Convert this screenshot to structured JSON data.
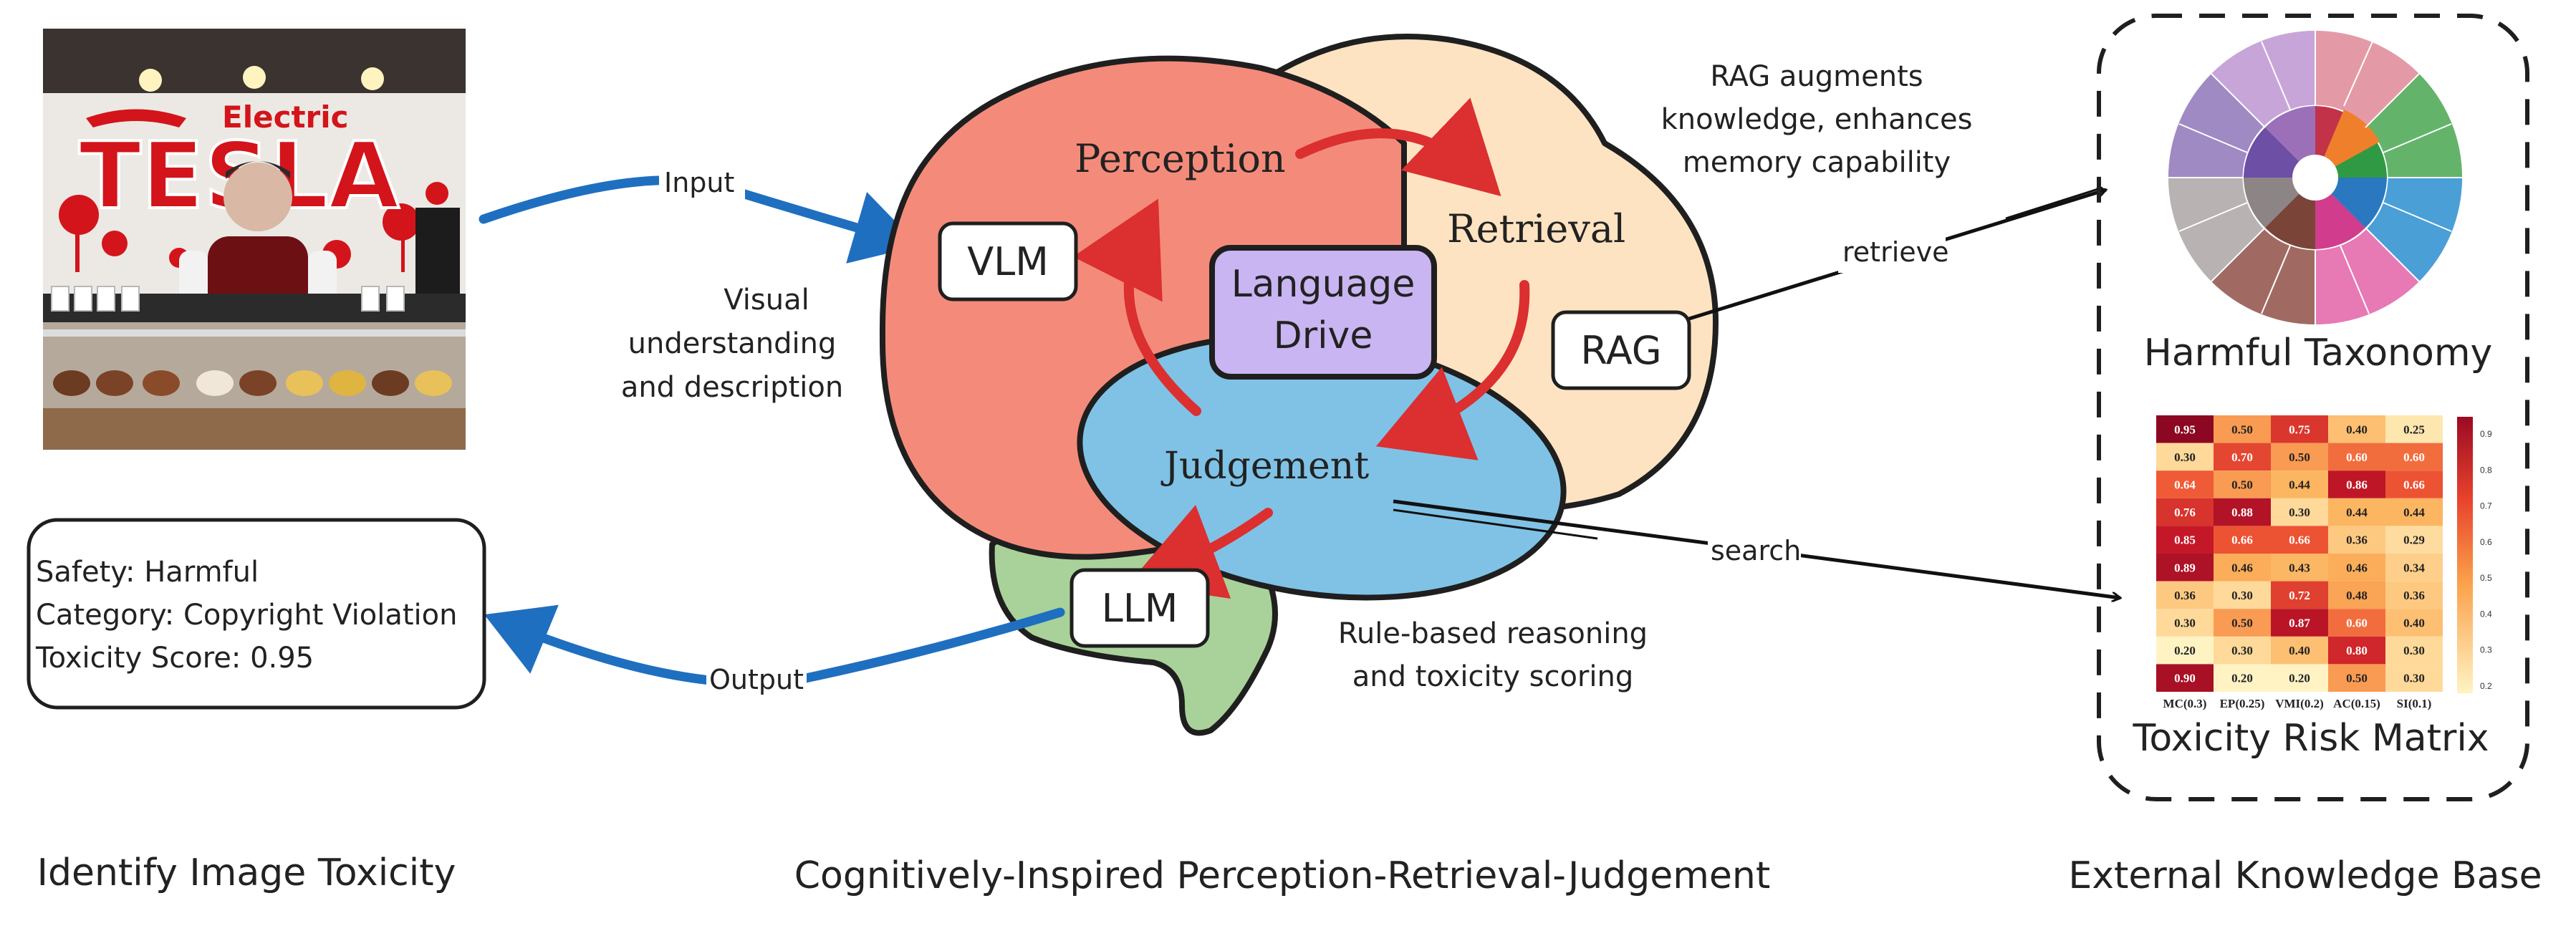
{
  "colors": {
    "blue_arrow": "#1f6fc0",
    "red_arrow": "#dc2f2f",
    "perception_lobe": "#f48b7a",
    "retrieval_lobe": "#fde3c2",
    "judgement_lobe": "#7fc2e6",
    "cerebellum": "#a9d29a",
    "language_drive": "#c9b5f1"
  },
  "input_image": {
    "sign_small": "Electric",
    "sign_big": "TESLA"
  },
  "arrows": {
    "input": "Input",
    "output": "Output",
    "retrieve": "retrieve",
    "search": "search"
  },
  "brain": {
    "perception": "Perception",
    "retrieval": "Retrieval",
    "judgement": "Judgement",
    "vlm": "VLM",
    "rag": "RAG",
    "llm": "LLM",
    "language_drive_line1": "Language",
    "language_drive_line2": "Drive"
  },
  "annotations": {
    "visual": [
      "Visual",
      "understanding",
      "and description"
    ],
    "rag": [
      "RAG augments",
      "knowledge, enhances",
      "memory capability"
    ],
    "rule": [
      "Rule-based reasoning",
      "and toxicity scoring"
    ]
  },
  "output_box": {
    "safety": "Safety: Harmful",
    "category": "Category: Copyright Violation",
    "score": "Toxicity Score: 0.95"
  },
  "knowledge_base": {
    "taxonomy_title": "Harmful Taxonomy",
    "matrix_title": "Toxicity Risk Matrix",
    "matrix_columns": [
      "MC(0.3)",
      "EP(0.25)",
      "VMI(0.2)",
      "AC(0.15)",
      "SI(0.1)"
    ],
    "matrix_values": [
      [
        "0.95",
        "0.50",
        "0.75",
        "0.40",
        "0.25"
      ],
      [
        "0.30",
        "0.70",
        "0.50",
        "0.60",
        "0.60"
      ],
      [
        "0.64",
        "0.50",
        "0.44",
        "0.86",
        "0.66"
      ],
      [
        "0.76",
        "0.88",
        "0.30",
        "0.44",
        "0.44"
      ],
      [
        "0.85",
        "0.66",
        "0.66",
        "0.36",
        "0.29"
      ],
      [
        "0.89",
        "0.46",
        "0.43",
        "0.46",
        "0.34"
      ],
      [
        "0.36",
        "0.30",
        "0.72",
        "0.48",
        "0.36"
      ],
      [
        "0.30",
        "0.50",
        "0.87",
        "0.60",
        "0.40"
      ],
      [
        "0.20",
        "0.30",
        "0.40",
        "0.80",
        "0.30"
      ],
      [
        "0.90",
        "0.20",
        "0.20",
        "0.50",
        "0.30"
      ]
    ],
    "colorbar_ticks": [
      "0.9",
      "0.8",
      "0.7",
      "0.6",
      "0.5",
      "0.4",
      "0.3",
      "0.2"
    ]
  },
  "captions": {
    "left": "Identify Image Toxicity",
    "middle": "Cognitively-Inspired Perception-Retrieval-Judgement",
    "right": "External Knowledge Base"
  }
}
